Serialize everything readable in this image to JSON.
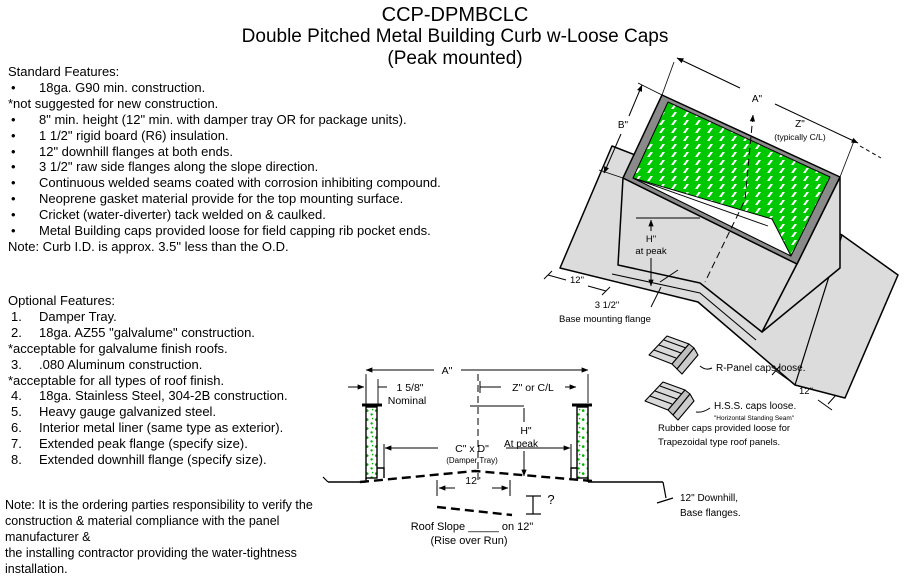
{
  "title": {
    "line1": "CCP-DPMBCLC",
    "line2": "Double Pitched Metal Building Curb w-Loose Caps",
    "line3": "(Peak mounted)"
  },
  "standard_features": {
    "heading": "Standard Features:",
    "lines": [
      {
        "m": "•",
        "t": "18ga. G90 min. construction."
      },
      {
        "m": "",
        "t": "*not suggested for new construction."
      },
      {
        "m": "•",
        "t": "8\" min. height (12\" min. with damper tray OR for package units)."
      },
      {
        "m": "•",
        "t": "1 1/2\" rigid board (R6) insulation."
      },
      {
        "m": "•",
        "t": "12\" downhill flanges at both ends."
      },
      {
        "m": "•",
        "t": "3 1/2\" raw side flanges along the slope direction."
      },
      {
        "m": "•",
        "t": "Continuous welded seams coated with corrosion inhibiting compound."
      },
      {
        "m": "•",
        "t": "Neoprene gasket material provide for the top mounting surface."
      },
      {
        "m": "•",
        "t": "Cricket (water-diverter) tack welded on & caulked."
      },
      {
        "m": "•",
        "t": "Metal Building caps provided loose for field capping rib pocket ends."
      },
      {
        "m": "",
        "t": "Note: Curb I.D. is approx. 3.5\" less than the O.D."
      }
    ]
  },
  "optional_features": {
    "heading": "Optional Features:",
    "lines": [
      {
        "m": "1.",
        "t": "Damper Tray."
      },
      {
        "m": "2.",
        "t": "18ga. AZ55 \"galvalume\" construction."
      },
      {
        "m": "",
        "t": "*acceptable for galvalume finish roofs."
      },
      {
        "m": "3.",
        "t": ".080 Aluminum construction."
      },
      {
        "m": "",
        "t": "*acceptable for all types of roof finish."
      },
      {
        "m": "4.",
        "t": "18ga. Stainless Steel, 304-2B construction."
      },
      {
        "m": "5.",
        "t": "Heavy gauge galvanized steel."
      },
      {
        "m": "6.",
        "t": "Interior metal liner (same type as exterior)."
      },
      {
        "m": "7.",
        "t": "Extended peak flange (specify size)."
      },
      {
        "m": "8.",
        "t": "Extended downhill flange (specify size)."
      }
    ]
  },
  "footer_note": {
    "line1": "Note: It is the ordering parties responsibility to verify the",
    "line2": "construction & material compliance with the panel manufacturer &",
    "line3": "the installing contractor providing the water-tightness installation."
  },
  "iso": {
    "a": "A\"",
    "b": "B\"",
    "z": "Z\"",
    "z_sub": "(typically C/L)",
    "h": "H\"",
    "h_sub": "at peak",
    "d12_left": "12\"",
    "flange_size": "3 1/2\"",
    "flange_label": "Base mounting flange",
    "d12_right": "12\""
  },
  "caps": {
    "rpanel": "R-Panel caps loose.",
    "hss": "H.S.S. caps loose.",
    "hss_sub": "\"Horizontal Standing Seam\"",
    "rubber1": "Rubber caps provided loose for",
    "rubber2": "Trapezoidal type roof panels.",
    "downhill1": "12\" Downhill,",
    "downhill2": "Base flanges."
  },
  "section": {
    "a": "A\"",
    "nominal1": "1 5/8\"",
    "nominal2": "Nominal",
    "z": "Z\" or C/L",
    "h": "H\"",
    "h_sub": "At peak",
    "cd": "C\" x D\"",
    "cd_sub": "(Damper Tray)",
    "d12": "12\"",
    "q": "?",
    "slope1": "Roof Slope _____ on 12\"",
    "slope2": "(Rise over Run)"
  },
  "colors": {
    "insulation_green": "#00c800",
    "roof_gray": "#dcdcdc",
    "rim_gray": "#8a8a8a"
  }
}
